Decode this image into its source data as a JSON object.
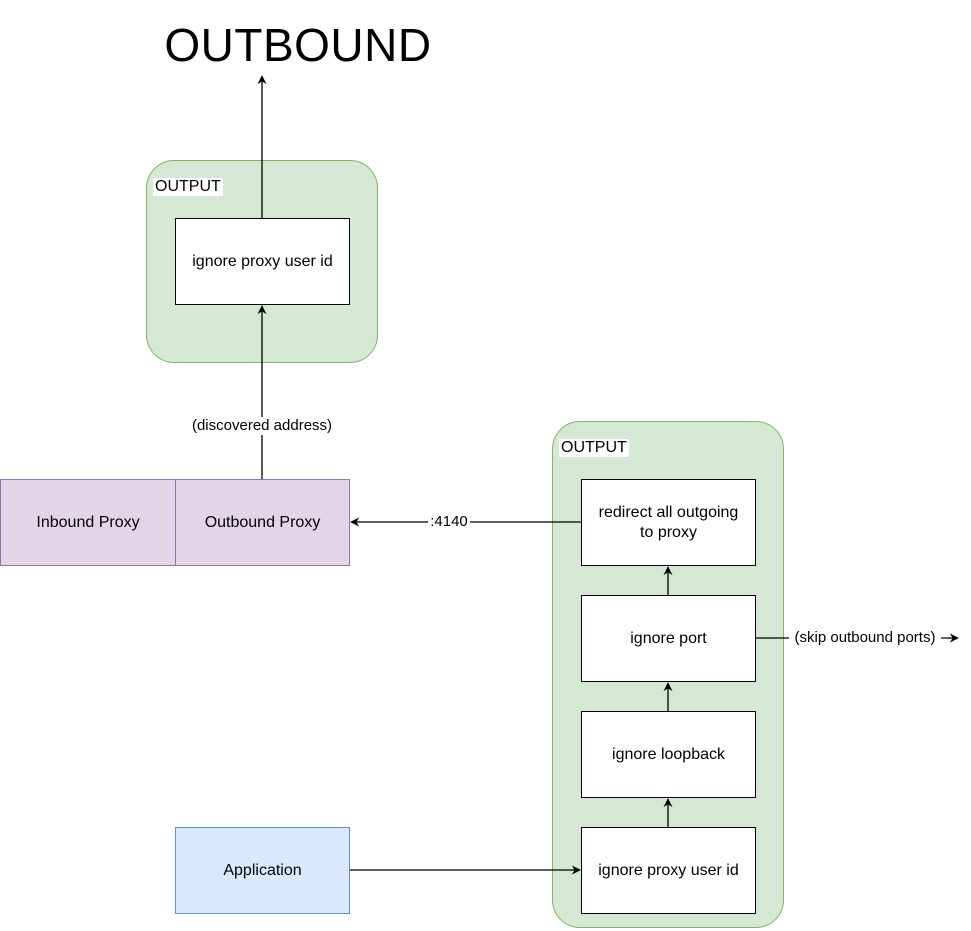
{
  "title": "OUTBOUND",
  "top_group": {
    "label": "OUTPUT",
    "rule": "ignore proxy user id"
  },
  "proxy": {
    "inbound_label": "Inbound Proxy",
    "outbound_label": "Outbound Proxy"
  },
  "right_group": {
    "label": "OUTPUT",
    "rules": {
      "redirect": "redirect all outgoing to proxy",
      "ignore_port": "ignore port",
      "ignore_loopback": "ignore loopback",
      "ignore_user": "ignore proxy user id"
    }
  },
  "application_label": "Application",
  "edge_labels": {
    "discovered": "(discovered address)",
    "port": ":4140",
    "skip": "(skip outbound ports)"
  },
  "colors": {
    "group_fill": "#d5e8d4",
    "group_stroke": "#82b366",
    "proxy_fill": "#e1d5e7",
    "proxy_stroke": "#9673a6",
    "app_fill": "#dae8fc",
    "app_stroke": "#6c8ebf"
  }
}
